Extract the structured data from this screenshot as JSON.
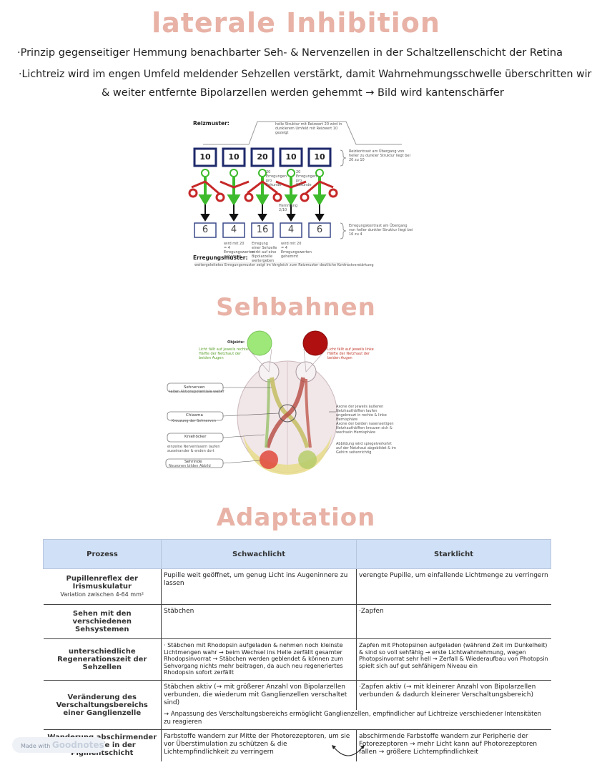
{
  "titles": {
    "lateral": "laterale Inhibition",
    "sehbahnen": "Sehbahnen",
    "adaptation": "Adaptation"
  },
  "intro": {
    "line1": "·Prinzip gegenseitiger Hemmung benachbarter Seh- & Nervenzellen in der Schaltzellenschicht der Retina",
    "line2": "·Lichtreiz wird im engen Umfeld meldender Sehzellen verstärkt, damit Wahrnehmungsschwelle überschritten wird",
    "line3": "& weiter entfernte Bipolarzellen werden gehemmt → Bild wird kantenschärfer"
  },
  "diagram1": {
    "reizmuster_label": "Reizmuster:",
    "erregungsmuster_label": "Erregungsmuster:",
    "top_note": "helle Struktur mit Reizwert 20 wird in dunklerem Umfeld mit Reizwert 10 gezeigt",
    "stimuli": [
      "10",
      "10",
      "20",
      "10",
      "10"
    ],
    "outputs": [
      "6",
      "4",
      "16",
      "4",
      "6"
    ],
    "right_note_top": "Reizkontrast am Übergang von heller zu dunkler Struktur liegt bei 20 zu 10",
    "right_note_bottom": "Erregungskontrast am Übergang von heller dunkler Struktur liegt bei 16 zu 4",
    "small_note_a": "20 Erregungen pro Sekunde",
    "small_note_b": "20 Erregungen pro Sekunde",
    "small_note_c": "Hemmung 2/10",
    "under_a": "wird mit 20 = 4 Erregungswerten gehemmt",
    "under_b": "Erregung einer Sehzelle wirkt auf eine Bipolarzelle weitergeben",
    "under_c": "wird mit 20 = 4 Erregungswerten gehemmt",
    "bottom_note": "weitergeleitetes Erregungsmuster zeigt im Vergleich zum Reizmuster deutliche Kontrastverstärkung"
  },
  "diagram2": {
    "objekte_label": "Objekte:",
    "green_note": "Licht fällt auf jeweils rechte Hälfte der Netzhaut der beiden Augen",
    "red_note": "Licht fällt auf jeweils linke Hälfte der Netzhaut der beiden Augen",
    "label_sehnerven": "Sehnerven",
    "sub_sehnerven": "leiten Aktionspotentiale weiter",
    "label_chiasma": "Chiasma",
    "sub_chiasma": "Kreuzung der Sehnerven",
    "label_kniehoecker": "Kniehöcker",
    "sub_kniehoecker": "einzelne Nervenfasern laufen auseinander & enden dort",
    "label_sehrinde": "Sehrinde",
    "sub_sehrinde": "Neuronen bilden Abbild",
    "right_note1": "Axone der jeweils äußeren Netzhauthälften laufen ungekreuzt in rechte & linke Hemisphäre",
    "right_note2": "Axone der beiden nasenseitigen Netzhauthälften kreuzen sich & wechseln Hemisphäre",
    "right_note3": "Abbildung wird spiegelverkehrt auf der Netzhaut abgebildet & im Gehirn seitenrichtig"
  },
  "table": {
    "headers": [
      "Prozess",
      "Schwachlicht",
      "Starklicht"
    ],
    "rows": [
      {
        "process": "Pupillenreflex der Irismuskulatur",
        "process_sub": "Variation zwischen 4-64 mm²",
        "weak": "Pupille weit geöffnet, um genug Licht ins Augeninnere zu lassen",
        "strong": "verengte Pupille, um einfallende Lichtmenge zu verringern"
      },
      {
        "process": "Sehen mit den verschiedenen Sehsystemen",
        "process_sub": "",
        "weak": "Stäbchen",
        "strong": "·Zapfen"
      },
      {
        "process": "unterschiedliche Regenerationszeit der Sehzellen",
        "process_sub": "",
        "weak": "· Stäbchen mit Rhodopsin aufgeladen & nehmen noch kleinste Lichtmengen wahr → beim Wechsel ins Helle zerfällt gesamter Rhodopsinvorrat → Stäbchen werden geblendet & können zum Sehvorgang nichts mehr beitragen, da auch neu regeneriertes Rhodopsin sofort zerfällt",
        "strong": "Zapfen mit Photopsinen aufgeladen (während Zeit im Dunkelheit) & sind so voll sehfähig → erste Lichtwahrnehmung, wegen Photopsinvorrat sehr hell → Zerfall & Wiederaufbau von Photopsin spielt sich auf gut sehfähigem Niveau ein"
      },
      {
        "process": "Veränderung des Verschaltungsbereichs einer Ganglienzelle",
        "process_sub": "",
        "weak": "Stäbchen aktiv (→ mit größerer Anzahl von Bipolarzellen verbunden, die wiederum mit Ganglienzellen verschaltet sind)",
        "strong": "·Zapfen aktiv (→ mit kleinerer Anzahl von Bipolarzellen verbunden & dadurch kleinerer Verschaltungsbereich)",
        "span": "→ Anpassung des Verschaltungsbereichs ermöglicht Ganglienzellen, empfindlicher auf Lichtreize verschiedener Intensitäten zu reagieren"
      },
      {
        "process": "Wanderung abschirmender Farbstoffe in der Pigmentschicht",
        "process_sub": "",
        "weak": "Farbstoffe wandern zur Mitte der Photorezeptoren, um sie vor Überstimulation zu schützen & die Lichtempfindlichkeit zu verringern",
        "strong": "abschirmende Farbstoffe wandern zur Peripherie der Fotorezeptoren → mehr Licht kann auf Photorezeptoren fallen → größere Lichtempfindlichkeit"
      }
    ]
  },
  "badge": {
    "made_with": "Made with",
    "brand": "Goodnotes"
  },
  "colors": {
    "heading": "#e8b2a6",
    "green": "#3dbb2c",
    "red": "#c62828",
    "navy": "#1f2a6b",
    "table_header": "#cfe0f7"
  }
}
